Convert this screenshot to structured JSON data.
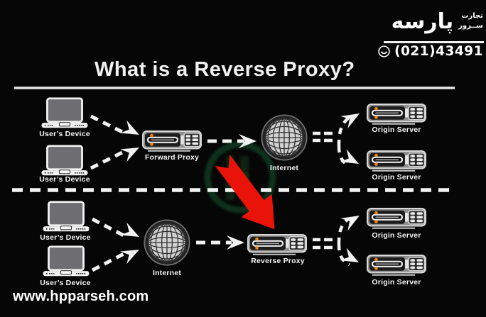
{
  "brand": {
    "logo_title": "پارسه",
    "logo_subtitle_line1": "تجارت",
    "logo_subtitle_line2": "ســرور",
    "phone": "(021)43491"
  },
  "title": "What is a Reverse Proxy?",
  "website": "www.hpparseh.com",
  "labels": {
    "top": {
      "device1": "User’s Device",
      "device2": "User’s Device",
      "proxy": "Forward Proxy",
      "internet": "Internet",
      "server1": "Origin Server",
      "server2": "Origin Server"
    },
    "bottom": {
      "device1": "User’s Device",
      "device2": "User’s Device",
      "internet": "Internet",
      "proxy": "Reverse Proxy",
      "server1": "Origin Server",
      "server2": "Origin Server"
    }
  },
  "colors": {
    "background": "#060606",
    "text": "#f2f2f2",
    "highlight_arrow_red": "#e91309",
    "server_led_orange": "#ef8214",
    "watermark_green": "#135230"
  }
}
